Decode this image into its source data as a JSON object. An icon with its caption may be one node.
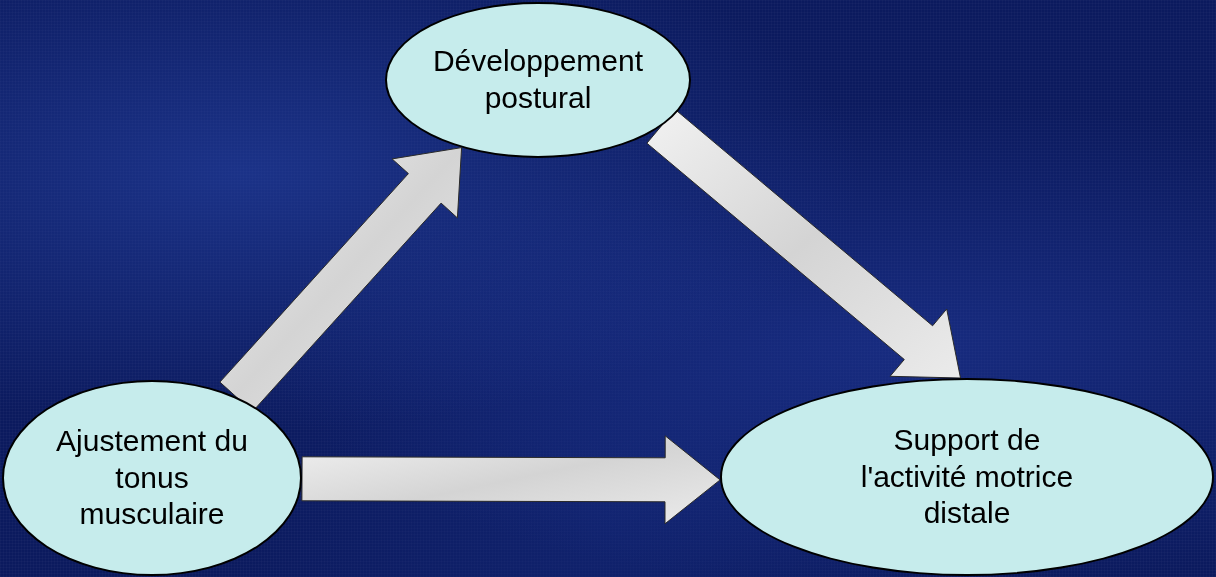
{
  "diagram": {
    "nodes": [
      {
        "text": [
          "Développement postural"
        ]
      },
      {
        "text": [
          "Ajustement du tonus musculaire"
        ]
      },
      {
        "text": [
          "Support de l'activité motrice distale"
        ]
      }
    ],
    "edges": [
      {
        "from": 1,
        "to": 0,
        "arrow": "to"
      },
      {
        "from": 0,
        "to": 2,
        "arrow": "to"
      },
      {
        "from": 1,
        "to": 2,
        "arrow": "to"
      }
    ]
  }
}
